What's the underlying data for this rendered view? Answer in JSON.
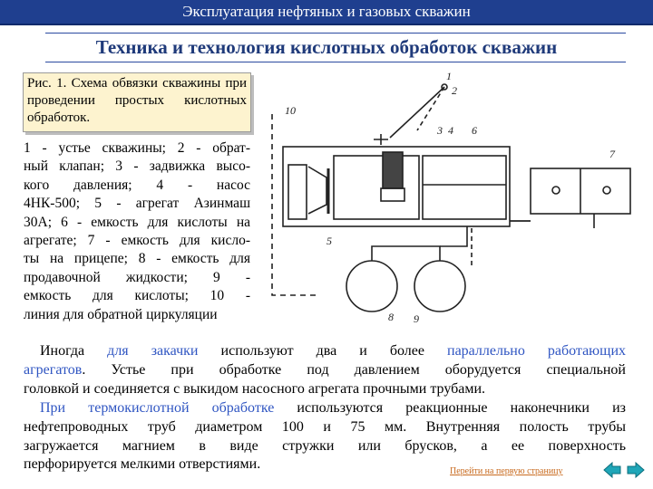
{
  "header": {
    "title": "Эксплуатация нефтяных и газовых скважин"
  },
  "slide": {
    "title": "Техника и технология кислотных обработок скважин"
  },
  "figure": {
    "caption": "Рис. 1. Схема обвязки скважины при проведении простых кислотных обработок.",
    "legend_lines": [
      "1 - устье скважины; 2 - обрат-",
      "ный клапан; 3 - задвижка высо-",
      "кого давления; 4 - насос",
      "4НК-500; 5 - агрегат Азинмаш",
      "30А; 6 - емкость для кислоты на",
      "агрегате; 7 - емкость для кисло-",
      "ты на прицепе; 8 - емкость для",
      "продавочной жидкости; 9 -",
      "емкость для кислоты; 10 -",
      "линия для обратной циркуляции"
    ],
    "labels": {
      "n1": "1",
      "n2": "2",
      "n3": "3",
      "n4": "4",
      "n5": "5",
      "n6": "6",
      "n7": "7",
      "n8": "8",
      "n9": "9",
      "n10": "10"
    }
  },
  "text": {
    "p1_l1_a": "Иногда ",
    "p1_l1_b": "для закачки",
    "p1_l1_c": " используют два и более ",
    "p1_l1_d": "параллельно работающих",
    "p1_l2_a": "агрегатов",
    "p1_l2_b": ". Устье при обработке под давлением оборудуется специальной",
    "p1_l3": "головкой и соединяется с выкидом насосного агрегата прочными трубами.",
    "p2_l1_a": "При термокислотной обработке",
    "p2_l1_b": " используются реакционные наконечники из",
    "p2_l2": "нефтепроводных труб диаметром 100 и 75 мм. Внутренняя полость трубы",
    "p2_l3": "загружается магнием в виде стружки или брусков, а ее поверхность",
    "p2_l4": "перфорируется мелкими отверстиями."
  },
  "nav": {
    "link": "Перейти на первую страницу",
    "back_icon": "arrow-left-icon",
    "forward_icon": "arrow-right-icon"
  },
  "colors": {
    "header_bg": "#1f3f8f",
    "title": "#1f3a7a",
    "accent_text": "#2f55c2",
    "caption_bg": "#fdf3cf",
    "link": "#c86a1e"
  }
}
